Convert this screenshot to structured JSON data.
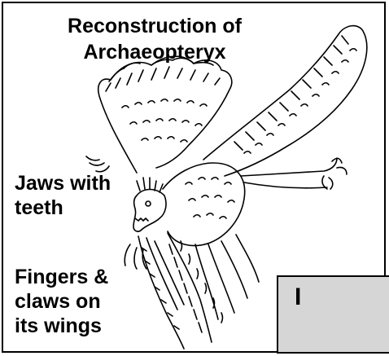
{
  "figure": {
    "title": "Reconstruction of\nArchaeopteryx",
    "labels": {
      "jaws": "Jaws with\nteeth",
      "fingers": "Fingers &\nclaws on\nits wings"
    },
    "cut_off_box_text": "I"
  },
  "colors": {
    "ink": "#000000",
    "background": "#ffffff",
    "box_fill": "#d6d6d6"
  }
}
